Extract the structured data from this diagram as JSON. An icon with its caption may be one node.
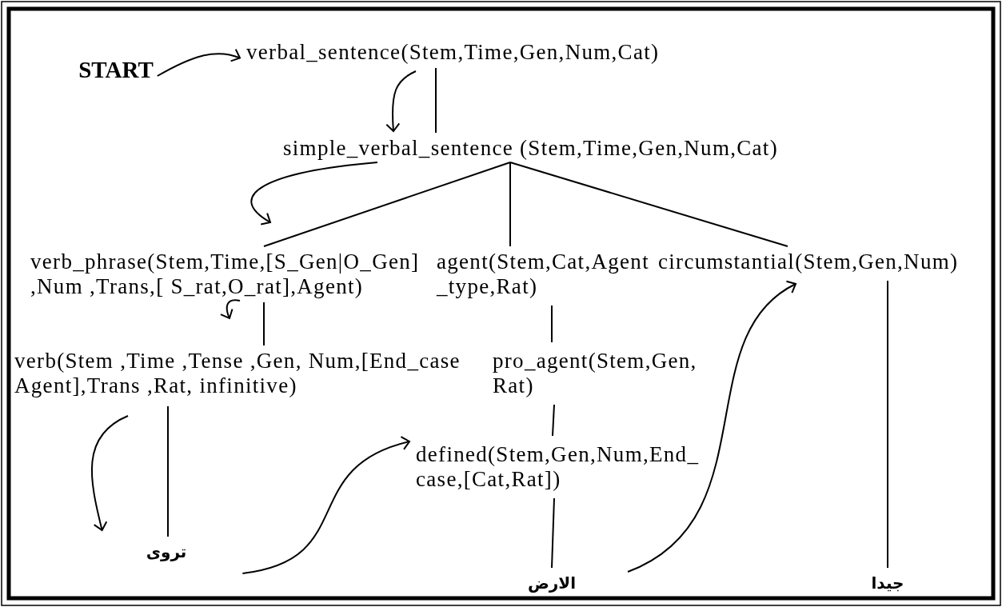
{
  "diagram": {
    "nodes": [
      {
        "text": [
          "START"
        ]
      },
      {
        "text": [
          "verbal_sentence(Stem,Time,Gen,Num,Cat)"
        ]
      },
      {
        "text": [
          "simple_verbal_sentence (Stem,Time,Gen,Num,Cat)"
        ]
      },
      {
        "text": [
          "verb_phrase(Stem,Time,[S_Gen|O_Gen] ,Num ,Trans,[ S_rat,O_rat],Agent)"
        ]
      },
      {
        "text": [
          "agent(Stem,Cat,Agent _type,Rat)"
        ]
      },
      {
        "text": [
          "circumstantial(Stem,Gen,Num)"
        ]
      },
      {
        "text": [
          "verb(Stem ,Time ,Tense ,Gen, Num,[End_case Agent],Trans ,Rat, infinitive)"
        ]
      },
      {
        "text": [
          "pro_agent(Stem,Gen, Rat)"
        ]
      },
      {
        "text": [
          "defined(Stem,Gen,Num,End_ case,[Cat,Rat])"
        ]
      },
      {
        "text": [
          "تروى"
        ]
      },
      {
        "text": [
          "الارض"
        ]
      },
      {
        "text": [
          "جيدا"
        ]
      }
    ],
    "edges": [
      {
        "from": 1,
        "to": 2,
        "arrow": "none"
      },
      {
        "from": 2,
        "to": 3,
        "arrow": "none"
      },
      {
        "from": 2,
        "to": 4,
        "arrow": "none"
      },
      {
        "from": 2,
        "to": 5,
        "arrow": "none"
      },
      {
        "from": 3,
        "to": 6,
        "arrow": "none"
      },
      {
        "from": 4,
        "to": 7,
        "arrow": "none"
      },
      {
        "from": 7,
        "to": 8,
        "arrow": "none"
      },
      {
        "from": 6,
        "to": 9,
        "arrow": "none"
      },
      {
        "from": 8,
        "to": 10,
        "arrow": "none"
      },
      {
        "from": 5,
        "to": 11,
        "arrow": "none"
      },
      {
        "from": 0,
        "to": 1,
        "arrow": "to"
      },
      {
        "from": 1,
        "to": 2,
        "arrow": "to"
      },
      {
        "from": 2,
        "to": 3,
        "arrow": "to"
      },
      {
        "from": 3,
        "to": 6,
        "arrow": "to"
      },
      {
        "from": 6,
        "to": 9,
        "arrow": "to"
      },
      {
        "from": 9,
        "to": 8,
        "arrow": "to"
      },
      {
        "from": 10,
        "to": 5,
        "arrow": "to"
      }
    ]
  }
}
